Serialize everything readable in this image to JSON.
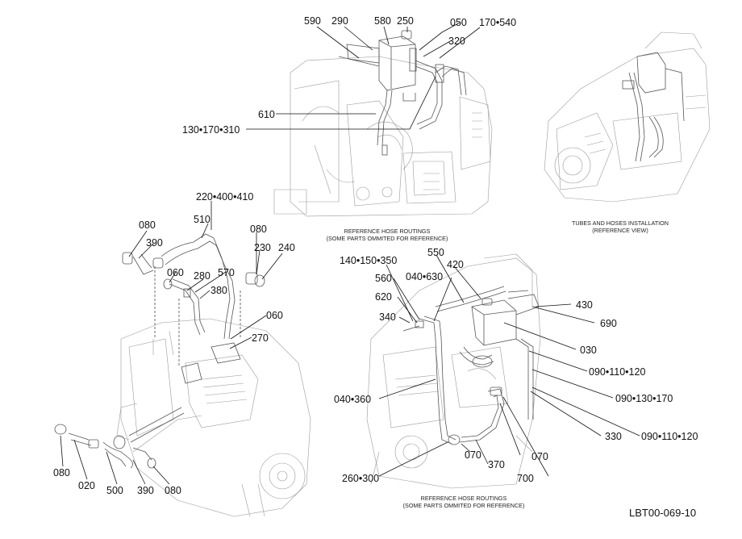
{
  "labels": {
    "p590": "590",
    "p290": "290",
    "p580": "580",
    "p250": "250",
    "p050": "050",
    "p170_540": "170•540",
    "p320": "320",
    "p610": "610",
    "p130_170_310": "130•170•310",
    "p220_400_410": "220•400•410",
    "p510": "510",
    "p080_a": "080",
    "p390_a": "390",
    "p080_b": "080",
    "p230": "230",
    "p240": "240",
    "p060_a": "060",
    "p280": "280",
    "p570": "570",
    "p380": "380",
    "p060_b": "060",
    "p270": "270",
    "p080_c": "080",
    "p020": "020",
    "p500": "500",
    "p390_b": "390",
    "p080_d": "080",
    "p140_150_350": "140•150•350",
    "p550": "550",
    "p420": "420",
    "p560": "560",
    "p040_630": "040•630",
    "p620": "620",
    "p340": "340",
    "p430": "430",
    "p690": "690",
    "p030": "030",
    "p090_110_120_a": "090•110•120",
    "p090_130_170": "090•130•170",
    "p040_360": "040•360",
    "p330": "330",
    "p090_110_120_b": "090•110•120",
    "p070_a": "070",
    "p370": "370",
    "p700": "700",
    "p070_b": "070",
    "p260_300": "260•300"
  },
  "captions": {
    "top_routing_line1": "REFERENCE HOSE ROUTINGS",
    "top_routing_line2": "(SOME PARTS OMMITED FOR REFERENCE)",
    "install_line1": "TUBES AND HOSES INSTALLATION",
    "install_line2": "(REFERENCE VIEW)",
    "bottom_routing_line1": "REFERENCE HOSE ROUTINGS",
    "bottom_routing_line2": "(SOME PARTS OMMITED FOR REFERENCE)"
  },
  "figure_id": "LBT00-069-10"
}
